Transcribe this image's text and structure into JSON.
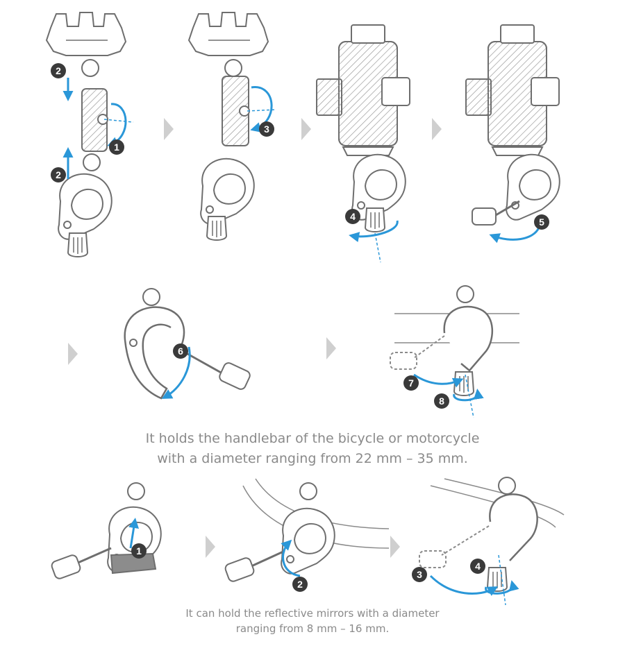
{
  "captions": {
    "handlebar": {
      "line1": "It holds the handlebar of the bicycle or motorcycle",
      "line2": "with a diameter ranging from 22 mm – 35 mm."
    },
    "mirror": {
      "line1": "It can hold the reflective mirrors with a diameter",
      "line2": "ranging from 8 mm – 16 mm."
    }
  },
  "step_badges": {
    "s1": "1",
    "s2": "2",
    "s3": "3",
    "s4": "4",
    "s5": "5",
    "s6": "6",
    "s7": "7",
    "s8": "8"
  },
  "colors": {
    "line": "#6e6e6e",
    "fill": "#ffffff",
    "hatch": "#9a9a9a",
    "arrow": "#2a97d8",
    "badge": "#3a3a3a",
    "chevron": "#cfcfcf",
    "caption": "#8a8a8a"
  }
}
